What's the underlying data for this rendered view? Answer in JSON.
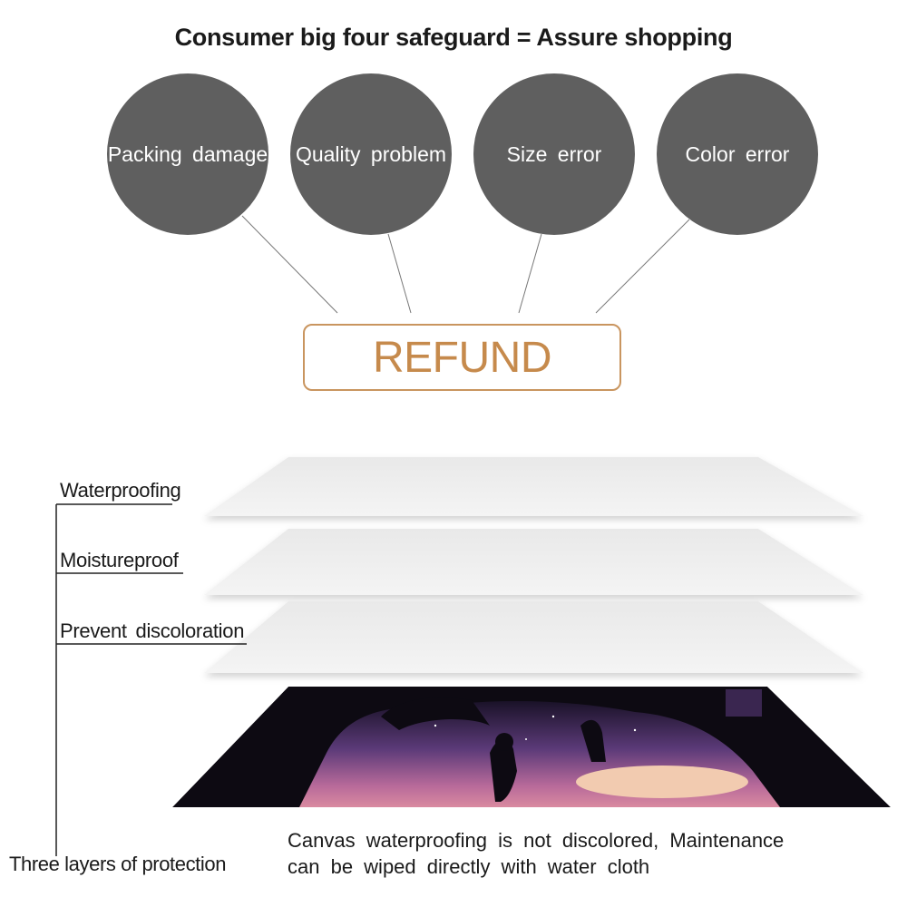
{
  "header": {
    "title": "Consumer big four safeguard = Assure shopping"
  },
  "circles": [
    {
      "label": "Packing damage"
    },
    {
      "label": "Quality problem"
    },
    {
      "label": "Size error"
    },
    {
      "label": "Color error"
    }
  ],
  "refund": {
    "label": "REFUND"
  },
  "layers": {
    "items": [
      {
        "label": "Waterproofing"
      },
      {
        "label": "Moistureproof"
      },
      {
        "label": "Prevent discoloration"
      }
    ],
    "summary_label": "Three layers of protection"
  },
  "caption": {
    "text": "Canvas waterproofing is not discolored, Maintenance can be wiped directly with water cloth"
  },
  "colors": {
    "circle_fill": "#5f5f5f",
    "refund_border": "#c9955f",
    "refund_text": "#c68a4c",
    "layer_fill": "#ececec"
  }
}
